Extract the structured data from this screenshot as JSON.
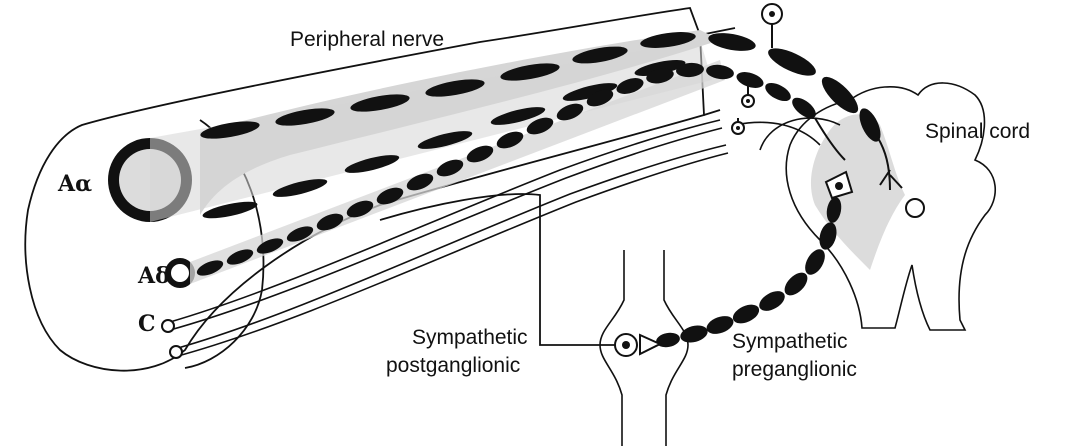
{
  "labels": {
    "peripheral_nerve": "Peripheral nerve",
    "spinal_cord": "Spinal cord",
    "a_alpha": "Aα",
    "a_delta": "Aδ",
    "c_fiber": "C",
    "symp_post_line1": "Sympathetic",
    "symp_post_line2": "postganglionic",
    "symp_pre_line1": "Sympathetic",
    "symp_pre_line2": "preganglionic"
  },
  "colors": {
    "ink": "#111111",
    "shade": "#d6d6d6",
    "background": "#ffffff"
  }
}
